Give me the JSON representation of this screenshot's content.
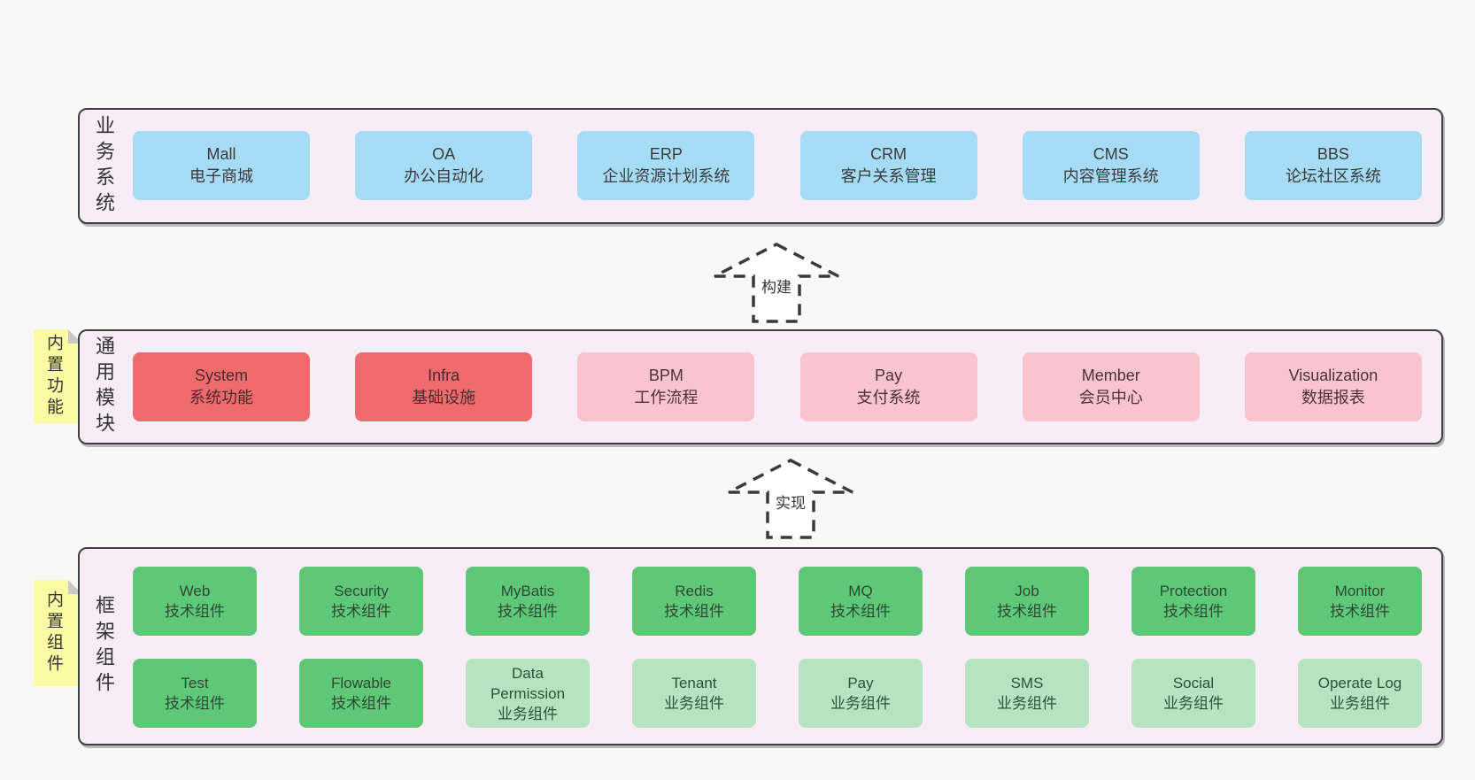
{
  "colors": {
    "background": "#f8f8f8",
    "container_fill": "#f8edf6",
    "container_border": "#3e3e3e",
    "business_box": "#a6dcf5",
    "core_module_box": "#ef6b6e",
    "optional_module_box": "#f9c4ce",
    "tech_component_box": "#5ec878",
    "biz_component_box": "#b6e4c0",
    "sticky_note": "#fbfba4"
  },
  "arrows": {
    "build_label": "构建",
    "implement_label": "实现"
  },
  "layers": {
    "business": {
      "label": "业务系统",
      "boxes": [
        {
          "name": "Mall",
          "desc": "电子商城"
        },
        {
          "name": "OA",
          "desc": "办公自动化"
        },
        {
          "name": "ERP",
          "desc": "企业资源计划系统"
        },
        {
          "name": "CRM",
          "desc": "客户关系管理"
        },
        {
          "name": "CMS",
          "desc": "内容管理系统"
        },
        {
          "name": "BBS",
          "desc": "论坛社区系统"
        }
      ]
    },
    "modules": {
      "label": "通用模块",
      "note": "内置功能",
      "boxes": [
        {
          "name": "System",
          "desc": "系统功能"
        },
        {
          "name": "Infra",
          "desc": "基础设施"
        },
        {
          "name": "BPM",
          "desc": "工作流程"
        },
        {
          "name": "Pay",
          "desc": "支付系统"
        },
        {
          "name": "Member",
          "desc": "会员中心"
        },
        {
          "name": "Visualization",
          "desc": "数据报表"
        }
      ]
    },
    "components": {
      "label": "框架组件",
      "note": "内置组件",
      "row1": [
        {
          "name": "Web",
          "desc": "技术组件"
        },
        {
          "name": "Security",
          "desc": "技术组件"
        },
        {
          "name": "MyBatis",
          "desc": "技术组件"
        },
        {
          "name": "Redis",
          "desc": "技术组件"
        },
        {
          "name": "MQ",
          "desc": "技术组件"
        },
        {
          "name": "Job",
          "desc": "技术组件"
        },
        {
          "name": "Protection",
          "desc": "技术组件"
        },
        {
          "name": "Monitor",
          "desc": "技术组件"
        }
      ],
      "row2": [
        {
          "name": "Test",
          "desc": "技术组件"
        },
        {
          "name": "Flowable",
          "desc": "技术组件"
        },
        {
          "name": "Data Permission",
          "desc": "业务组件"
        },
        {
          "name": "Tenant",
          "desc": "业务组件"
        },
        {
          "name": "Pay",
          "desc": "业务组件"
        },
        {
          "name": "SMS",
          "desc": "业务组件"
        },
        {
          "name": "Social",
          "desc": "业务组件"
        },
        {
          "name": "Operate Log",
          "desc": "业务组件"
        }
      ]
    }
  }
}
